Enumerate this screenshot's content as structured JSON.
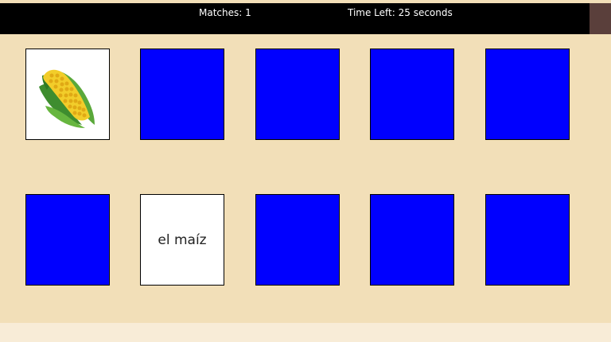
{
  "status": {
    "matches_text": "Matches: 1",
    "time_left_text": "Time Left: 25 seconds"
  },
  "colors": {
    "board_background": "#f2dfb8",
    "card_back": "#0000ff",
    "card_front": "#ffffff",
    "topbar": "#000000"
  },
  "cards": [
    {
      "state": "face-up",
      "content_type": "image",
      "image_icon": "corn-icon"
    },
    {
      "state": "face-down"
    },
    {
      "state": "face-down"
    },
    {
      "state": "face-down"
    },
    {
      "state": "face-down"
    },
    {
      "state": "face-down"
    },
    {
      "state": "face-up",
      "content_type": "text",
      "word": "el maíz"
    },
    {
      "state": "face-down"
    },
    {
      "state": "face-down"
    },
    {
      "state": "face-down"
    }
  ]
}
